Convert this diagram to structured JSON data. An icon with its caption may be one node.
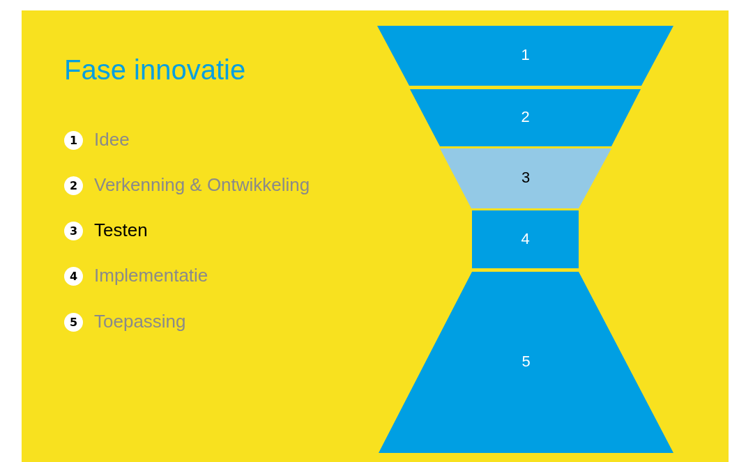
{
  "diagram": {
    "title": "Fase innovatie",
    "nodes": [
      {
        "text": [
          "1"
        ],
        "beside": [
          "Idee"
        ]
      },
      {
        "text": [
          "2"
        ],
        "beside": [
          "Verkenning & Ontwikkeling"
        ]
      },
      {
        "text": [
          "3"
        ],
        "beside": [
          "Testen"
        ]
      },
      {
        "text": [
          "4"
        ],
        "beside": [
          "Implementatie"
        ]
      },
      {
        "text": [
          "5"
        ],
        "beside": [
          "Toepassing"
        ]
      },
      {
        "text": [
          "1"
        ]
      },
      {
        "text": [
          "2"
        ]
      },
      {
        "text": [
          "3"
        ]
      },
      {
        "text": [
          "4"
        ]
      },
      {
        "text": [
          "5"
        ]
      }
    ]
  }
}
